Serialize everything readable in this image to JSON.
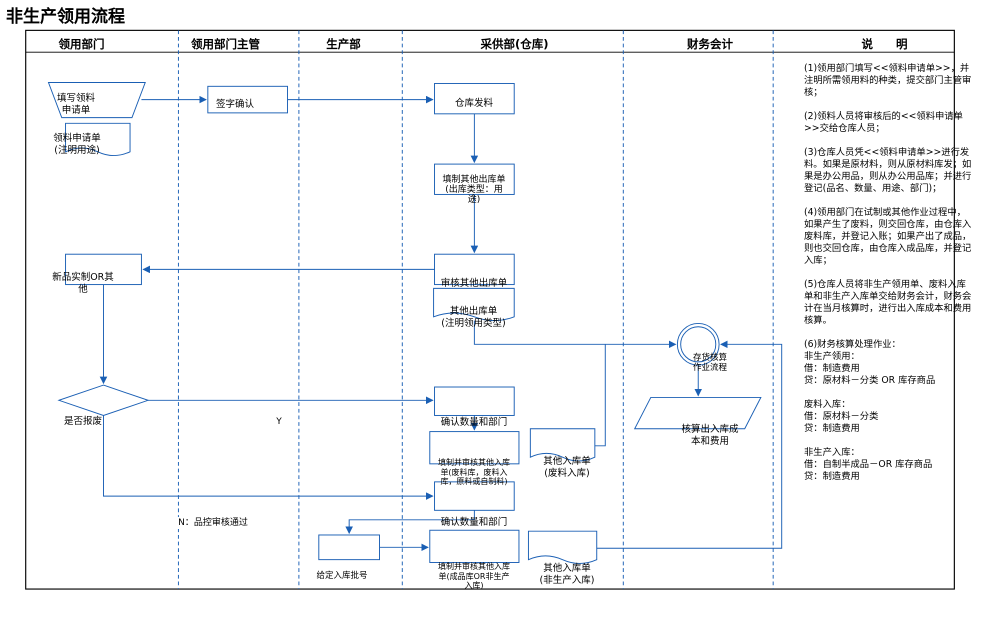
{
  "title": "非生产领用流程",
  "lanes": [
    "领用部门",
    "领用部门主管",
    "生产部",
    "采供部(仓库)",
    "财务会计",
    "说　　明"
  ],
  "nodes": {
    "fill_request": "填写领料\n申请单",
    "request_doc": "领料申请单\n(注明用途)",
    "sign_confirm": "签字确认",
    "warehouse_issue": "仓库发料",
    "fill_outbound": "填制其他出库单\n(出库类型：用\n途)",
    "review_outbound": "审核其他出库单",
    "outbound_doc": "其他出库单\n(注明领用类型)",
    "new_product": "新品实制OR其\n他",
    "is_scrap": "是否报废",
    "confirm_qty_1": "确认数量和部门",
    "fill_inbound_scrap": "填制并审核其他入库\n单(废料库，废料入\n库，原料或自制料)",
    "inbound_scrap_doc": "其他入库单\n(废料入库)",
    "confirm_qty_2": "确认数量和部门",
    "fill_inbound_product": "填制并审核其他入库\n单(成品库OR非生产\n入库)",
    "set_batch": "给定入库批号",
    "inbound_nonprod_doc": "其他入库单\n(非生产入库)",
    "inventory_calc": "存货核算\n作业流程",
    "calc_cost": "核算出入库成\n本和费用"
  },
  "edges": {
    "yes_label": "Y",
    "no_label": "N：品控审核通过"
  },
  "notes": [
    "(1)领用部门填写<<领料申请单>>，并注明所需领用料的种类，提交部门主管审核；",
    "(2)领料人员将审核后的<<领料申请单>>交给仓库人员；",
    "(3)仓库人员凭<<领料申请单>>进行发料。如果是原材料，则从原材料库发；如果是办公用品，则从办公用品库；并进行登记(品名、数量、用途、部门)；",
    "(4)领用部门在试制或其他作业过程中，如果产生了废料，则交回仓库，由仓库入废料库，并登记入账；如果产出了成品，则也交回仓库，由仓库入成品库，并登记入库；",
    "(5)仓库人员将非生产领用单、废料入库单和非生产入库单交给财务会计，财务会计在当月核算时，进行出入库成本和费用核算。",
    "(6)财务核算处理作业：\n非生产领用：\n借：制造费用\n贷：原材料－分类 OR 库存商品\n\n废料入库：\n借：原材料－分类\n贷：制造费用\n\n非生产入库：\n借：自制半成品－OR 库存商品\n贷：制造费用"
  ],
  "colors": {
    "line": "#1a5fb4",
    "box_stroke": "#1a5fb4",
    "frame": "#000000"
  }
}
